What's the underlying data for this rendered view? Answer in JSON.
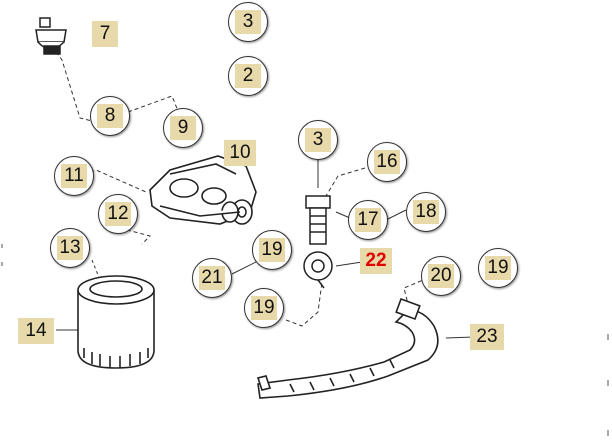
{
  "callouts": {
    "c3a": "3",
    "c2": "2",
    "c8": "8",
    "c9": "9",
    "c11": "11",
    "c12": "12",
    "c13": "13",
    "c21": "21",
    "c19a": "19",
    "c3b": "3",
    "c16": "16",
    "c17": "17",
    "c18": "18",
    "c20": "20",
    "c19b": "19",
    "c19c": "19"
  },
  "boxes": {
    "b7": "7",
    "b10": "10",
    "b22": "22",
    "b14": "14",
    "b23": "23"
  },
  "colors": {
    "label_fill": "#e7d9a9",
    "highlight": "#e00000",
    "line": "#333333"
  }
}
